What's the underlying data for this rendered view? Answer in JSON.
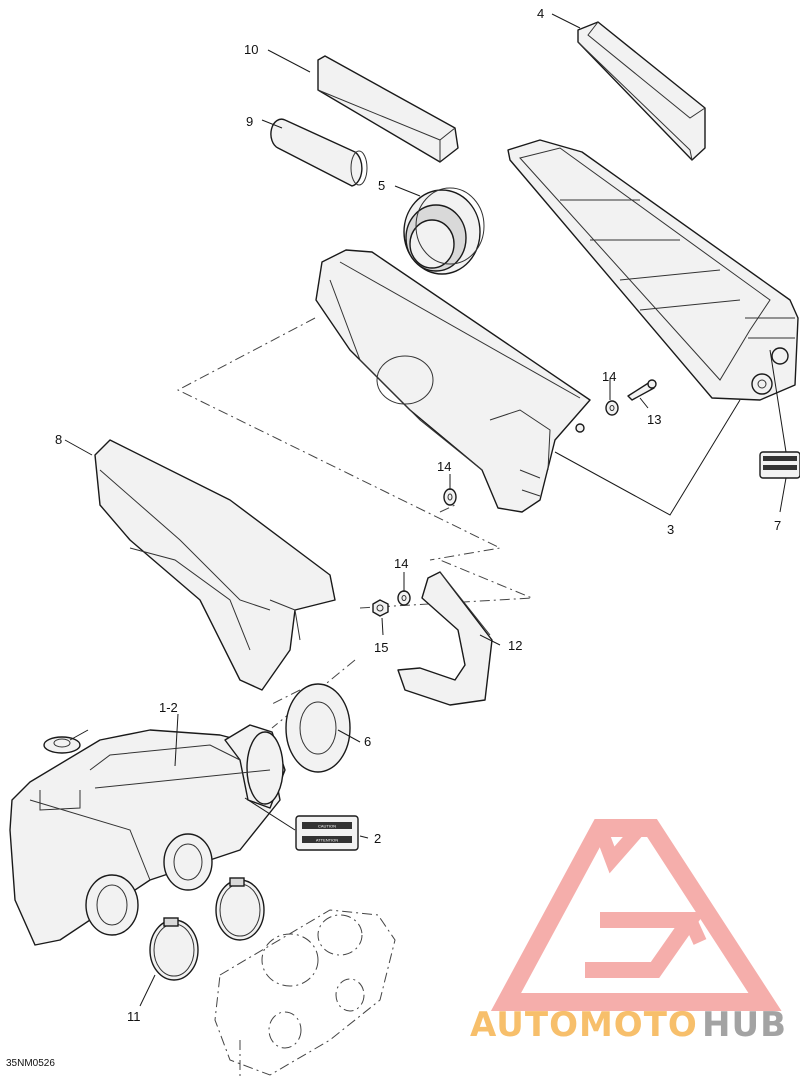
{
  "diagram": {
    "reference_code": "35NM0526",
    "callouts": [
      {
        "id": "c1",
        "text": "1-2"
      },
      {
        "id": "c2",
        "text": "2"
      },
      {
        "id": "c3",
        "text": "3"
      },
      {
        "id": "c4",
        "text": "4"
      },
      {
        "id": "c5",
        "text": "5"
      },
      {
        "id": "c6",
        "text": "6"
      },
      {
        "id": "c7",
        "text": "7"
      },
      {
        "id": "c8",
        "text": "8"
      },
      {
        "id": "c9",
        "text": "9"
      },
      {
        "id": "c10",
        "text": "10"
      },
      {
        "id": "c11",
        "text": "11"
      },
      {
        "id": "c12",
        "text": "12"
      },
      {
        "id": "c13",
        "text": "13"
      },
      {
        "id": "c14a",
        "text": "14"
      },
      {
        "id": "c14b",
        "text": "14"
      },
      {
        "id": "c14c",
        "text": "14"
      },
      {
        "id": "c15",
        "text": "15"
      }
    ],
    "warning_labels": [
      {
        "top": "CAUTION",
        "bottom": "ATTENTION"
      }
    ]
  },
  "watermark": {
    "brand_part1": "AUTOMOTO",
    "brand_part2": "HUB",
    "color_primary": "#f4a6a3",
    "color_secondary": "#9a9a9a"
  }
}
